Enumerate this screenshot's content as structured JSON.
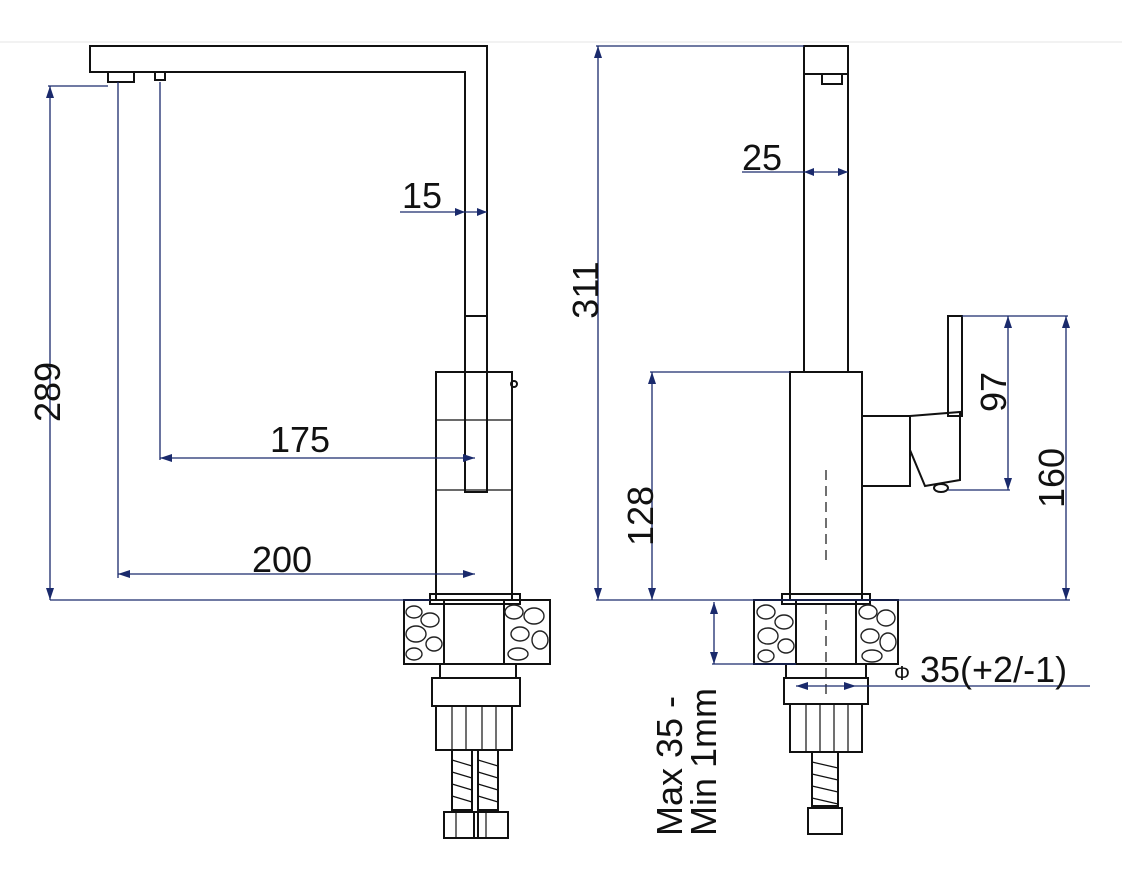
{
  "dimensions": {
    "h_289": "289",
    "h_311": "311",
    "w_15": "15",
    "w_25": "25",
    "w_175": "175",
    "w_200": "200",
    "h_128": "128",
    "h_97": "97",
    "h_160": "160",
    "max_line1": "Max 35 -",
    "max_line2": "Min 1mm",
    "phi_symbol": "Φ",
    "hole_dia": "35(+2/-1)"
  },
  "colors": {
    "line": "#111111",
    "dimension": "#1a2a6c"
  }
}
